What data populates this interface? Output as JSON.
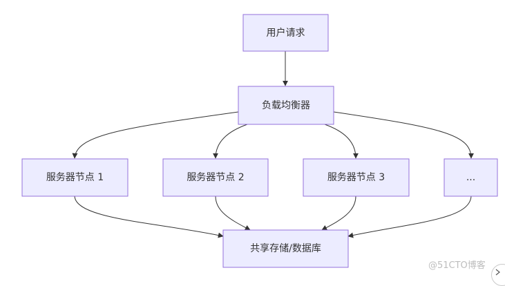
{
  "nodes": {
    "user_request": "用户请求",
    "load_balancer": "负载均衡器",
    "server_1": "服务器节点 1",
    "server_2": "服务器节点 2",
    "server_3": "服务器节点 3",
    "server_more": "...",
    "shared_storage": "共享存储/数据库"
  },
  "watermark": "@51CTO博客",
  "colors": {
    "node_fill": "#ECECFF",
    "node_stroke": "#9370DB",
    "edge": "#333333",
    "text": "#333333"
  }
}
